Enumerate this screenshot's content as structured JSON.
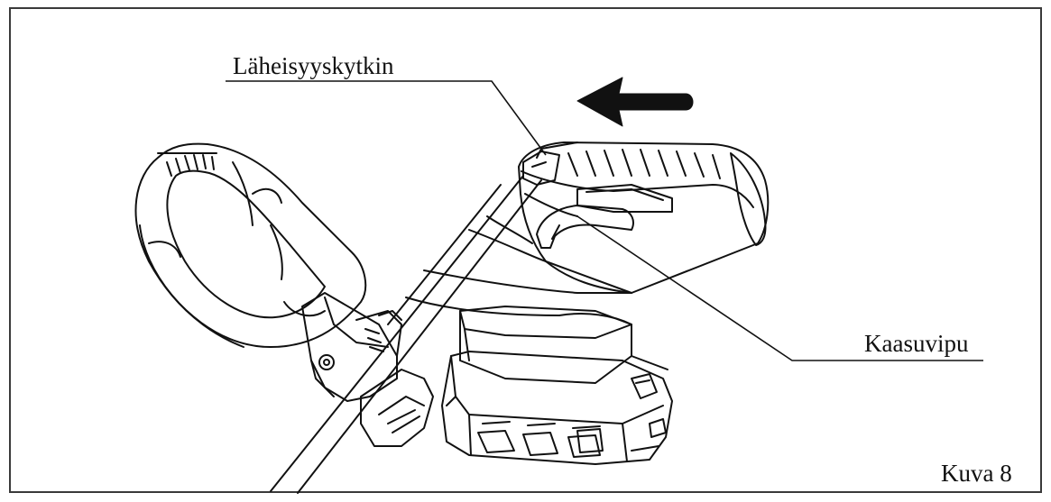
{
  "labels": {
    "proximity_switch": "Läheisyyskytkin",
    "throttle_lever": "Kaasuvipu",
    "figure_caption": "Kuva 8"
  },
  "colors": {
    "line": "#111111",
    "frame": "#3a3a3a",
    "background": "#ffffff"
  }
}
